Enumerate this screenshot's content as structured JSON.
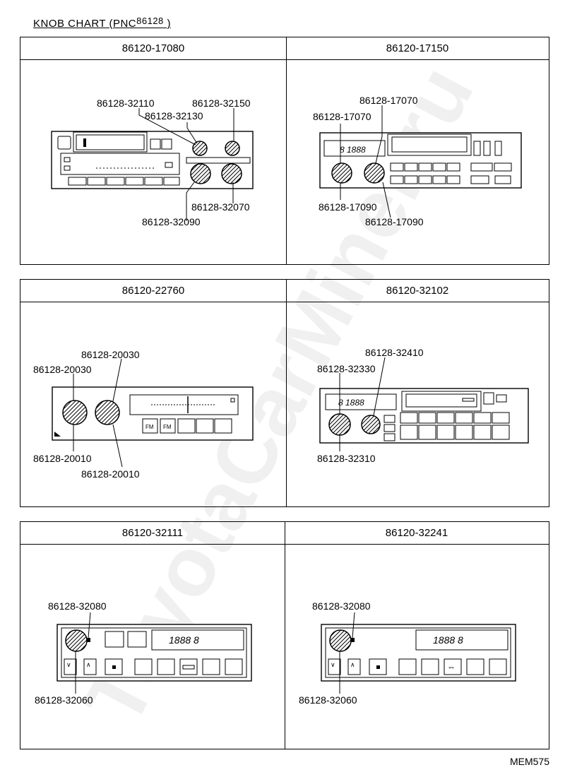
{
  "title_prefix": "KNOB  CHART (PNC",
  "title_pnc": "86128",
  "title_suffix": " )",
  "page_code": "MEM575",
  "watermark": "ToyotaCarMiner.ru",
  "panels": [
    {
      "model": "86120-17080",
      "labels": [
        "86128-32110",
        "86128-32150",
        "86128-32130",
        "86128-32070",
        "86128-32090"
      ]
    },
    {
      "model": "86120-17150",
      "labels": [
        "86128-17070",
        "86128-17070",
        "86128-17090",
        "86128-17090"
      ]
    },
    {
      "model": "86120-22760",
      "labels": [
        "86128-20030",
        "86128-20030",
        "86128-20010",
        "86128-20010"
      ]
    },
    {
      "model": "86120-32102",
      "labels": [
        "86128-32410",
        "86128-32330",
        "86128-32310"
      ]
    },
    {
      "model": "86120-32111",
      "labels": [
        "86128-32080",
        "86128-32060"
      ]
    },
    {
      "model": "86120-32241",
      "labels": [
        "86128-32080",
        "86128-32060"
      ]
    }
  ],
  "display_text": {
    "p2": "8  1888",
    "p4": "8  1888",
    "p5": "1888  8",
    "p6": "1888  8"
  },
  "button_text": {
    "fm": "FM"
  }
}
